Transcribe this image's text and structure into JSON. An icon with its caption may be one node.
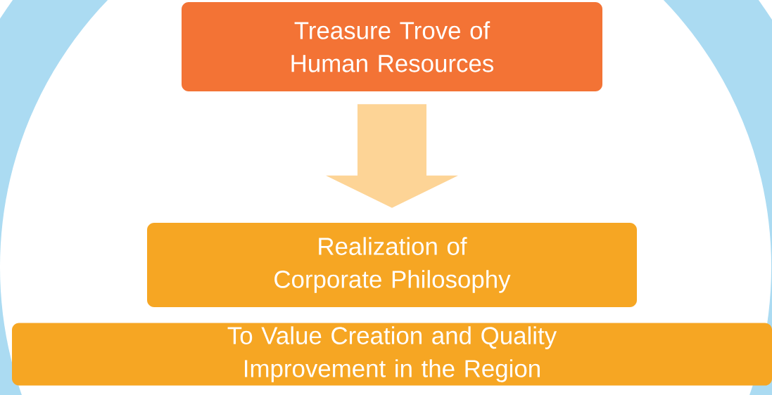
{
  "diagram": {
    "nodes": [
      {
        "text": [
          "Treasure Trove of Human Resources"
        ]
      },
      {
        "text": [
          "Realization of Corporate Philosophy"
        ]
      },
      {
        "text": [
          "To Value Creation and Quality Improvement in the Region"
        ]
      }
    ],
    "edges": [
      {
        "from": 0,
        "to": 1,
        "arrow": "to"
      }
    ]
  }
}
